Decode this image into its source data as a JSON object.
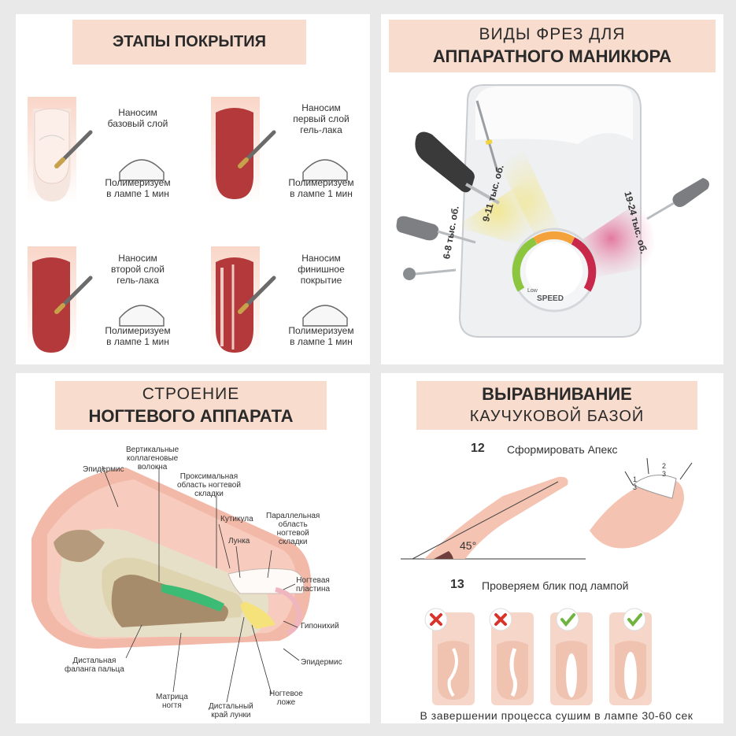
{
  "panels": {
    "stages": {
      "title": "ЭТАПЫ ПОКРЫТИЯ",
      "steps": [
        {
          "apply": "Наносим\nбазовый слой",
          "cure": "Полимеризуем\nв лампе 1 мин"
        },
        {
          "apply": "Наносим\nпервый слой\nгель-лака",
          "cure": "Полимеризуем\nв лампе 1 мин"
        },
        {
          "apply": "Наносим\nвторой слой\nгель-лака",
          "cure": "Полимеризуем\nв лампе 1 мин"
        },
        {
          "apply": "Наносим\nфинишное\nпокрытие",
          "cure": "Полимеризуем\nв лампе 1 мин"
        }
      ]
    },
    "burs": {
      "title_line1": "ВИДЫ ФРЕЗ ДЛЯ",
      "title_line2": "АППАРАТНОГО МАНИКЮРА",
      "speed_ranges": [
        "6-8 тыс. об.",
        "9-11 тыс. об.",
        "19-24 тыс. об."
      ],
      "dial_label": "SPEED",
      "dial_low": "Low"
    },
    "anatomy": {
      "title_line1": "СТРОЕНИЕ",
      "title_line2": "НОГТЕВОГО АППАРАТА",
      "labels": {
        "vertical_fibers": "Вертикальные\nколлагеновые\nволокна",
        "epidermis_top": "Эпидермис",
        "proximal_fold": "Проксимальная\nобласть ногтевой\nскладки",
        "cuticle": "Кутикула",
        "parallel_fold": "Параллельная\nобласть\nногтевой\nскладки",
        "lunula": "Лунка",
        "nail_plate": "Ногтевая\nпластина",
        "hyponychium": "Гипонихий",
        "epidermis_bottom": "Эпидермис",
        "distal_phalanx": "Дистальная\nфаланга пальца",
        "matrix": "Матрица\nногтя",
        "distal_edge": "Дистальный\nкрай лунки",
        "nail_bed": "Ногтевое\nложе"
      }
    },
    "leveling": {
      "title_line1": "ВЫРАВНИВАНИЕ",
      "title_line2": "КАУЧУКОВОЙ БАЗОЙ",
      "step12_num": "12",
      "step12_text": "Сформировать Апекс",
      "angle": "45°",
      "third_1": "1",
      "third_1_den": "3",
      "third_2": "2",
      "third_2_den": "3",
      "step13_num": "13",
      "step13_text": "Проверяем блик под лампой",
      "checks": [
        "wrong",
        "wrong",
        "right",
        "right"
      ],
      "footer": "В завершении процесса сушим в лампе 30-60 сек"
    }
  },
  "colors": {
    "banner": "#f8dccd",
    "gel": "#b3393b",
    "check_wrong": "#d9342b",
    "check_right": "#6fb43e",
    "skin": "#f3c6b6"
  }
}
